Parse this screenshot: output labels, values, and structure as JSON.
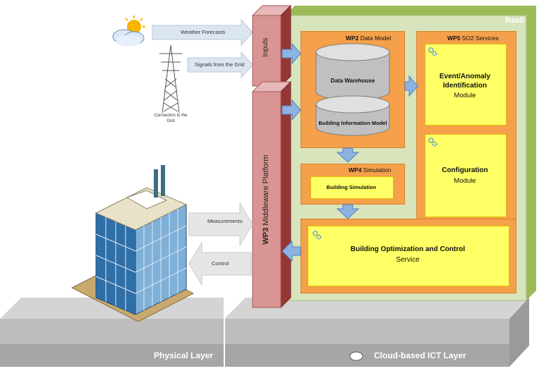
{
  "inputs": {
    "weather": "Weather Forecasts",
    "signals": "Signals from the Grid",
    "connection": "Connection to the Grid"
  },
  "platform": {
    "inputs_label": "Inputs",
    "middleware_bold": "WP3",
    "middleware_rest": "Middleware Platform"
  },
  "baas": "BaaS",
  "wp2": {
    "title_bold": "WP2",
    "title_rest": "Data Model",
    "warehouse": "Data Warehouse",
    "bim": "Building Information Model"
  },
  "wp4": {
    "title_bold": "WP4",
    "title_rest": "Simulation",
    "inner": "Building Simulation"
  },
  "wp5": {
    "title_bold": "WP5",
    "title_rest": "SO2 Services",
    "event_line1": "Event/Anomaly",
    "event_line2": "Identification",
    "event_sub": "Module",
    "config": "Configuration",
    "config_sub": "Module"
  },
  "optim": {
    "title": "Building Optimization and Control",
    "sub": "Service"
  },
  "flows": {
    "measurements": "Measurements",
    "control": "Control"
  },
  "layers": {
    "physical": "Physical Layer",
    "cloud": "Cloud-based ICT Layer"
  },
  "colors": {
    "baas_green": "#d7e4bc",
    "orange": "#f5a04a",
    "yellow": "#ffff66",
    "platform_red": "#d99594",
    "floor_gray": "#c8c8c8"
  }
}
